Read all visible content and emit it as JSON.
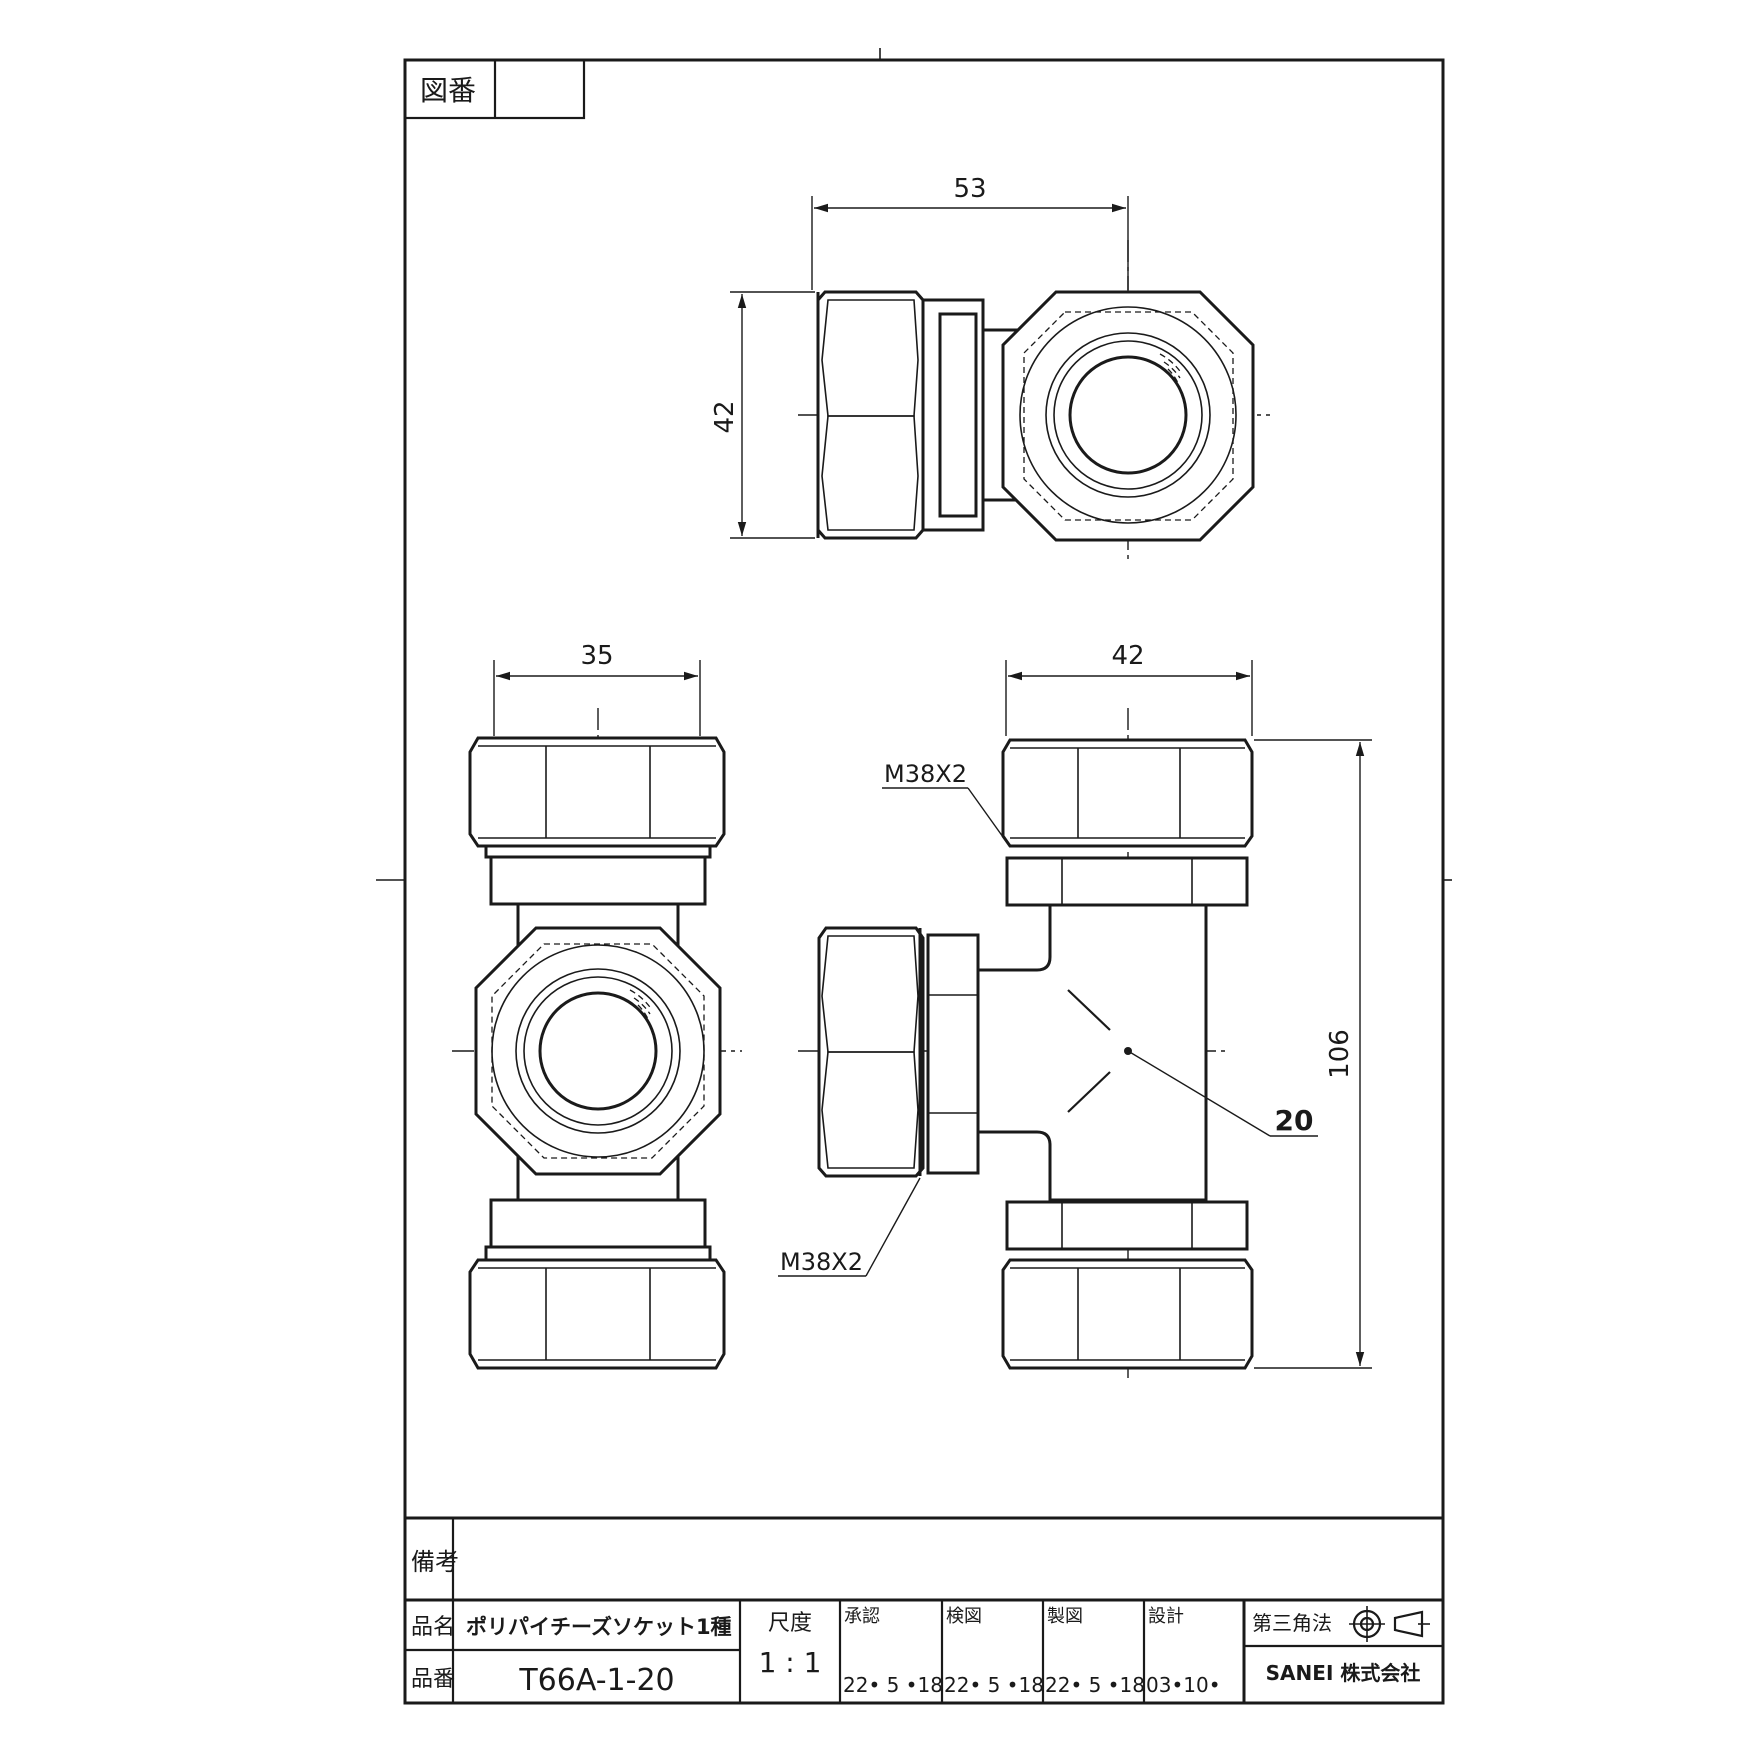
{
  "drawing_number": {
    "label": "図番",
    "value": ""
  },
  "dimensions": {
    "top_width": "53",
    "top_height": "42",
    "front_width": "35",
    "side_width": "42",
    "side_height": "106",
    "thread_upper": "M38X2",
    "thread_lower": "M38X2",
    "nominal_size": "20"
  },
  "title_block": {
    "remarks_label": "備考",
    "remarks_value": "",
    "name_label": "品名",
    "name_value": "ポリパイチーズソケット1種",
    "number_label": "品番",
    "number_value": "T66A-1-20",
    "scale_label": "尺度",
    "scale_value": "1 : 1",
    "approved_label": "承認",
    "approved_date": "22• 5 •18",
    "checked_label": "検図",
    "checked_date": "22• 5 •18",
    "drawn_label": "製図",
    "drawn_date": "22• 5 •18",
    "designed_label": "設計",
    "designed_date": "03•10•",
    "projection_label": "第三角法",
    "company": "SANEI 株式会社"
  }
}
